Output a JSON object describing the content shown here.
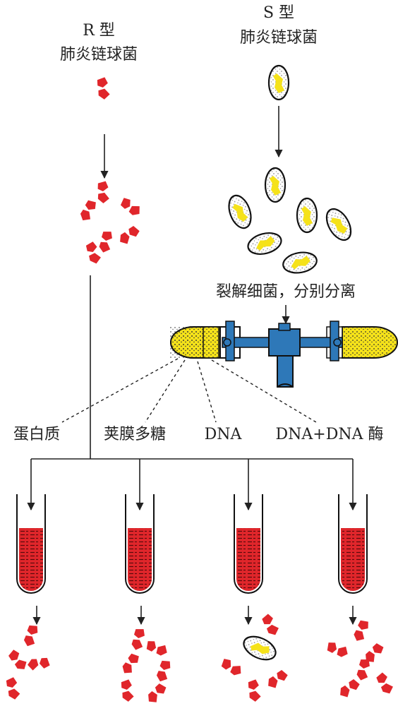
{
  "r_strain": {
    "type": "R 型",
    "name": "肺炎链球菌"
  },
  "s_strain": {
    "type": "S 型",
    "name": "肺炎链球菌"
  },
  "process_label": "裂解细菌，分别分离",
  "fractions": [
    "蛋白质",
    "荚膜多糖",
    "DNA",
    "DNA+DNA 酶"
  ],
  "colors": {
    "r_cell": "#e0262b",
    "s_capsule": "#ffffff",
    "s_core": "#f5e21a",
    "centrifuge": "#2e78b8",
    "tube_fill": "#e0262b"
  }
}
